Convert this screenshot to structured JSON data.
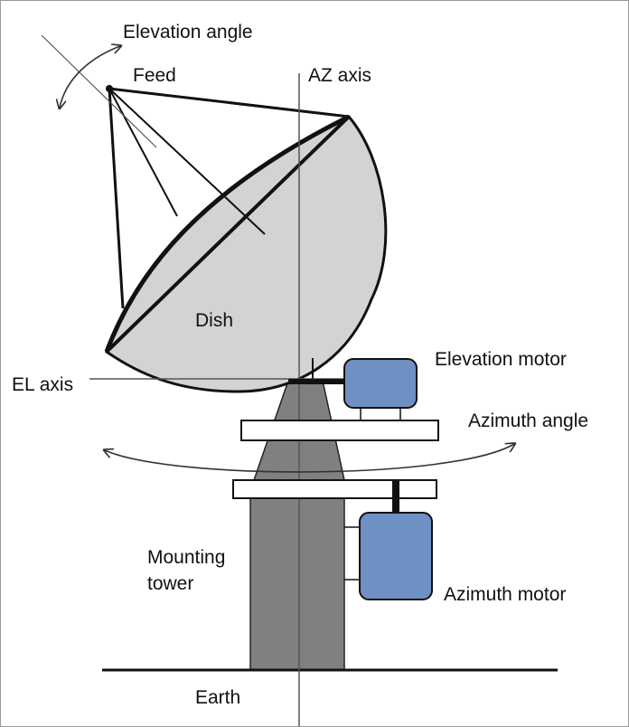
{
  "labels": {
    "elevation_angle": "Elevation angle",
    "feed": "Feed",
    "az_axis": "AZ axis",
    "dish": "Dish",
    "el_axis": "EL axis",
    "elevation_motor": "Elevation motor",
    "azimuth_angle": "Azimuth angle",
    "mounting_tower_line1": "Mounting",
    "mounting_tower_line2": "tower",
    "azimuth_motor": "Azimuth motor",
    "earth": "Earth"
  },
  "colors": {
    "dish_fill": "#d3d3d3",
    "tower_fill": "#808080",
    "motor_fill": "#6f90c2",
    "platform_fill": "#ffffff",
    "line": "#111111",
    "axis_line": "#555555",
    "border": "#9a9a9a"
  },
  "icons": {
    "elevation_angle_arrow": "curved-double-arrow-icon",
    "azimuth_angle_arrow": "curved-double-arrow-icon"
  }
}
